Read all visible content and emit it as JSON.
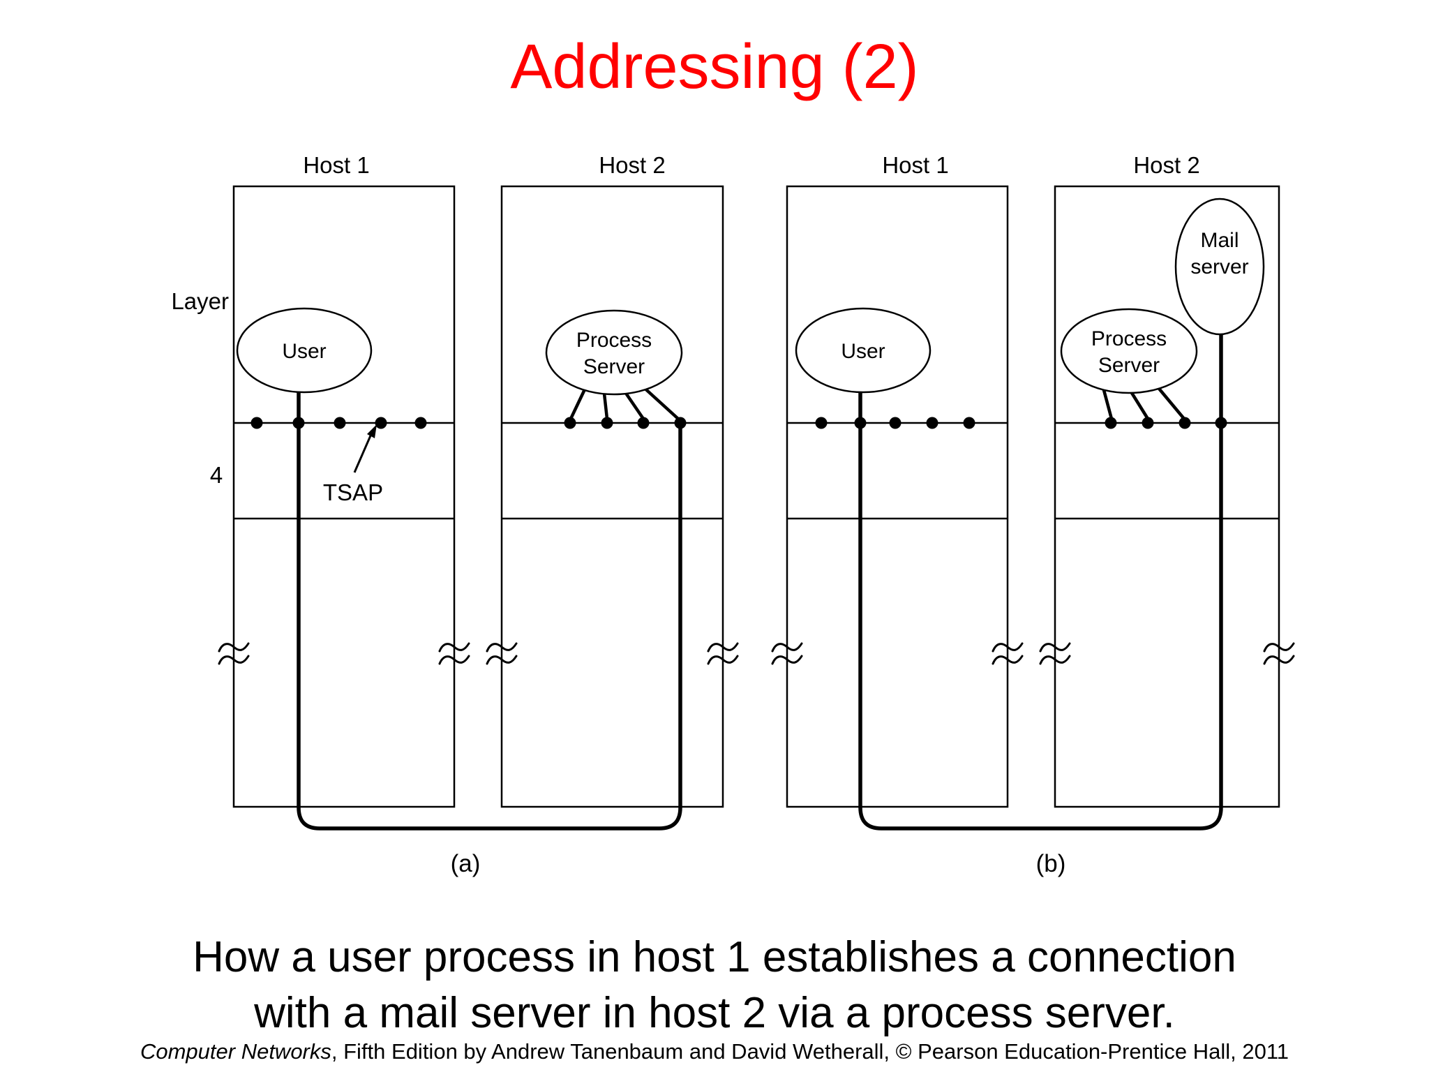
{
  "slide": {
    "title": "Addressing (2)",
    "caption": {
      "line1": "How a user process in host 1 establishes a connection",
      "line2": "with a mail server in host 2 via a process server."
    },
    "credit": {
      "book_title": "Computer Networks",
      "rest": ", Fifth Edition by Andrew Tanenbaum and David Wetherall, © Pearson Education-Prentice Hall, 2011"
    },
    "colors": {
      "title": "#ff0000",
      "ink": "#000000",
      "background": "#ffffff"
    }
  },
  "diagram": {
    "axis": {
      "layer_label": "Layer",
      "layer_number": "4",
      "tsap_label": "TSAP"
    },
    "panel_a": {
      "label": "(a)",
      "host1": {
        "title": "Host 1",
        "process_label": "User",
        "tsap_dots": 5
      },
      "host2": {
        "title": "Host 2",
        "process_label_line1": "Process",
        "process_label_line2": "Server",
        "tsap_dots": 4
      }
    },
    "panel_b": {
      "label": "(b)",
      "host1": {
        "title": "Host 1",
        "process_label": "User",
        "tsap_dots": 5
      },
      "host2": {
        "title": "Host 2",
        "process_label_line1": "Process",
        "process_label_line2": "Server",
        "mail_label_line1": "Mail",
        "mail_label_line2": "server",
        "tsap_dots": 4
      }
    }
  }
}
